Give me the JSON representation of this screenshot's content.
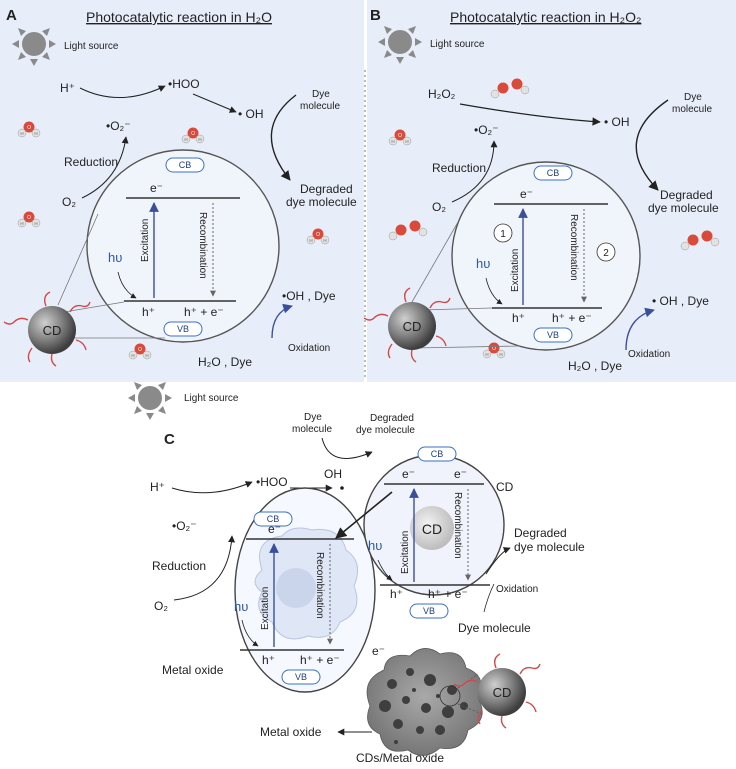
{
  "colors": {
    "panel_bg": "#e8eef9",
    "exciton_arrow": "#3a4f9c",
    "cd_ring": "#d24a4a",
    "ox": "#d94a3a"
  },
  "icons": [
    "sun-icon",
    "water-molecule-icon",
    "h2o2-molecule-icon",
    "carbon-dot-icon"
  ],
  "panel_a": {
    "letter": "A",
    "title": "Photocatalytic reaction in H₂O",
    "light_source": "Light source",
    "h_plus": "H⁺",
    "hoo": "•HOO",
    "oh": "• OH",
    "o2_radical": "•O₂⁻",
    "reduction": "Reduction",
    "o2": "O₂",
    "dye_molecule_1": "Dye",
    "dye_molecule_2": "molecule",
    "degraded_1": "Degraded",
    "degraded_2": "dye molecule",
    "cb": "CB",
    "vb": "VB",
    "electron": "e⁻",
    "hole": "h⁺",
    "hole_electron": "h⁺ + e⁻",
    "excitation": "Excitation",
    "recombination": "Recombination",
    "hv": "hυ",
    "cd": "CD",
    "oh_dye": "•OH , Dye",
    "oxidation": "Oxidation",
    "h2o_dye": "H₂O , Dye"
  },
  "panel_b": {
    "letter": "B",
    "title": "Photocatalytic reaction in H₂O₂",
    "light_source": "Light source",
    "h2o2": "H₂O₂",
    "o2_radical": "•O₂⁻",
    "oh": "• OH",
    "reduction": "Reduction",
    "o2": "O₂",
    "dye_molecule_1": "Dye",
    "dye_molecule_2": "molecule",
    "degraded_1": "Degraded",
    "degraded_2": "dye molecule",
    "cb": "CB",
    "vb": "VB",
    "electron": "e⁻",
    "hole": "h⁺",
    "hole_electron": "h⁺ + e⁻",
    "excitation": "Excitation",
    "recombination": "Recombination",
    "hv": "hυ",
    "step1": "1",
    "step2": "2",
    "cd": "CD",
    "oh_dye": "• OH , Dye",
    "oxidation": "Oxidation",
    "h2o_dye": "H₂O , Dye"
  },
  "panel_c": {
    "letter": "C",
    "light_source": "Light source",
    "dye_molecule_1": "Dye",
    "dye_molecule_2": "molecule",
    "degraded_top_1": "Degraded",
    "degraded_top_2": "dye molecule",
    "h_plus": "H⁺",
    "hoo": "•HOO",
    "oh": "OH",
    "o2_radical": "•O₂⁻",
    "reduction": "Reduction",
    "o2": "O₂",
    "cd_label": "CD",
    "cd_inner": "CD",
    "cb_cd": "CB",
    "vb_cd": "VB",
    "cb_mo": "CB",
    "vb_mo": "VB",
    "electron": "e⁻",
    "electron2": "e⁻",
    "hole": "h⁺",
    "hole_electron": "h⁺ + e⁻",
    "hv": "hυ",
    "excitation": "Excitation",
    "recombination": "Recombination",
    "degraded_right_1": "Degraded",
    "degraded_right_2": "dye molecule",
    "oxidation": "Oxidation",
    "dye_molecule_bottom": "Dye molecule",
    "metal_oxide_label": "Metal oxide",
    "free_electron": "e⁻",
    "metal_oxide_arrow": "Metal oxide",
    "composite": "CDs/Metal oxide",
    "cd_big": "CD"
  }
}
